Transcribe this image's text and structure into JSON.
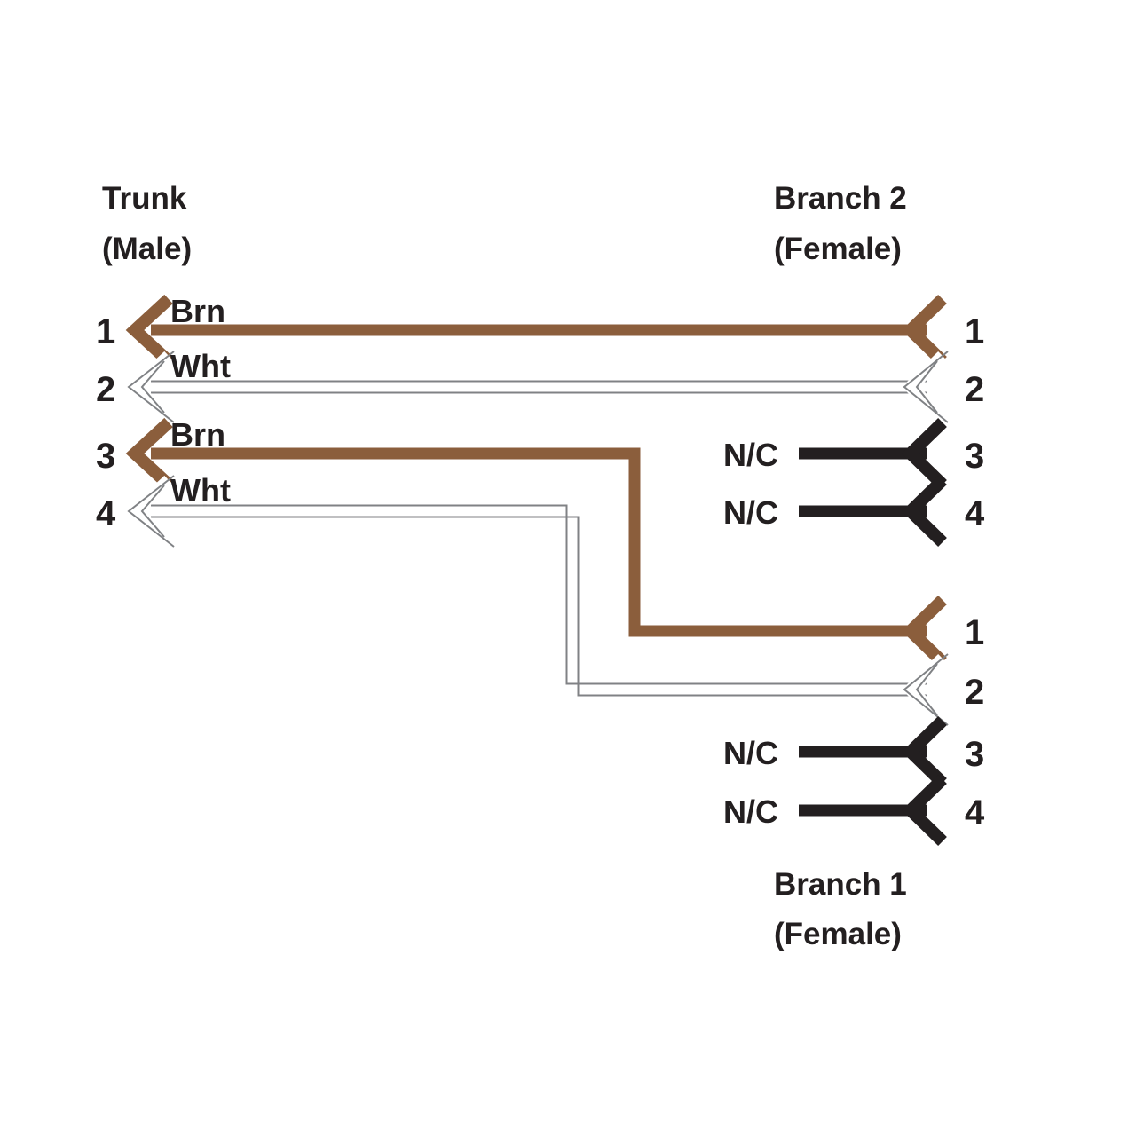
{
  "diagram": {
    "title_trunk_line1": "Trunk",
    "title_trunk_line2": "(Male)",
    "title_branch2_line1": "Branch 2",
    "title_branch2_line2": "(Female)",
    "title_branch1_line1": "Branch 1",
    "title_branch1_line2": "(Female)",
    "colors": {
      "brown": "#8B5E3C",
      "white_outline": "#808285",
      "white_fill": "#FFFFFF",
      "black": "#231F20",
      "background": "#FFFFFF"
    },
    "trunk": {
      "connector": "Male",
      "pins": [
        {
          "number": "1",
          "wire_label": "Brn",
          "color": "brown"
        },
        {
          "number": "2",
          "wire_label": "Wht",
          "color": "white"
        },
        {
          "number": "3",
          "wire_label": "Brn",
          "color": "brown"
        },
        {
          "number": "4",
          "wire_label": "Wht",
          "color": "white"
        }
      ]
    },
    "branch2": {
      "connector": "Female",
      "pins": [
        {
          "number": "1",
          "status": "",
          "color": "brown"
        },
        {
          "number": "2",
          "status": "",
          "color": "white"
        },
        {
          "number": "3",
          "status": "N/C",
          "color": "black"
        },
        {
          "number": "4",
          "status": "N/C",
          "color": "black"
        }
      ]
    },
    "branch1": {
      "connector": "Female",
      "pins": [
        {
          "number": "1",
          "status": "",
          "color": "brown"
        },
        {
          "number": "2",
          "status": "",
          "color": "white"
        },
        {
          "number": "3",
          "status": "N/C",
          "color": "black"
        },
        {
          "number": "4",
          "status": "N/C",
          "color": "black"
        }
      ]
    },
    "connections": [
      {
        "from": "Trunk 1",
        "to": "Branch 2 1",
        "color": "brown",
        "label": "Brn"
      },
      {
        "from": "Trunk 2",
        "to": "Branch 2 2",
        "color": "white",
        "label": "Wht"
      },
      {
        "from": "Trunk 3",
        "to": "Branch 1 1",
        "color": "brown",
        "label": "Brn"
      },
      {
        "from": "Trunk 4",
        "to": "Branch 1 2",
        "color": "white",
        "label": "Wht"
      }
    ]
  }
}
